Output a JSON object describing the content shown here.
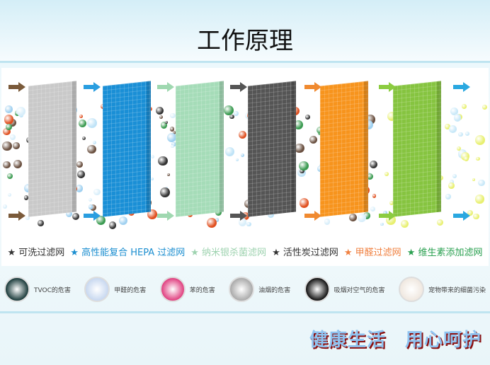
{
  "title": "工作原理",
  "filters": [
    {
      "label": "可洗过滤网",
      "color": "#333333",
      "panel": "#c9c9c9",
      "arrow": "#7a5a3a"
    },
    {
      "label": "高性能复合 HEPA 过滤网",
      "color": "#1b8ed0",
      "panel": "#1a8fd6",
      "arrow": "#2a9ee0"
    },
    {
      "label": "纳米银杀菌滤网",
      "color": "#9fd3b0",
      "panel": "#a5dcb8",
      "arrow": "#9fd8b0"
    },
    {
      "label": "活性炭过滤网",
      "color": "#333333",
      "panel": "#555555",
      "arrow": "#555555"
    },
    {
      "label": "甲醛过滤网",
      "color": "#f08040",
      "panel": "#f7941d",
      "arrow": "#f08a30"
    },
    {
      "label": "维生素添加滤网",
      "color": "#2aa050",
      "panel": "#86c440",
      "arrow": "#8ccc40"
    }
  ],
  "final_arrow_color": "#2aa8e0",
  "star": "★",
  "hazards": [
    {
      "label": "TVOC的危害",
      "color": "#1a3a3a"
    },
    {
      "label": "甲醛的危害",
      "color": "#c8d8f0"
    },
    {
      "label": "苯的危害",
      "color": "#e04080"
    },
    {
      "label": "油烟的危害",
      "color": "#aaaaaa"
    },
    {
      "label": "吸烟对空气的危害",
      "color": "#111111"
    },
    {
      "label": "宠物带来的细菌污染",
      "color": "#f0e8e0"
    }
  ],
  "slogan": "健康生活　用心呵护"
}
